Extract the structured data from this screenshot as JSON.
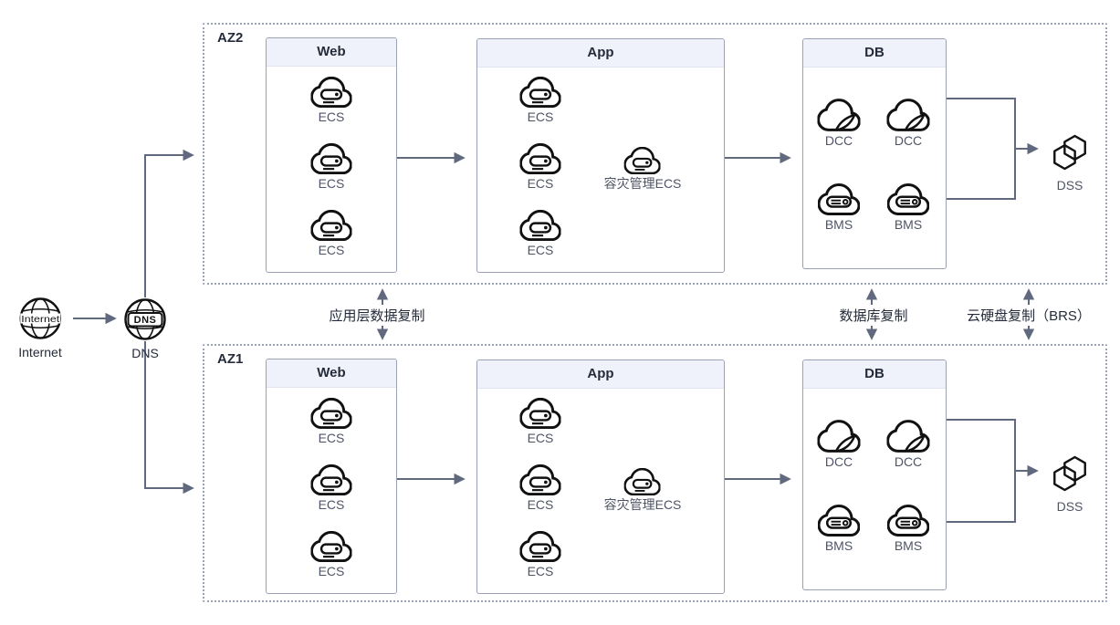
{
  "colors": {
    "line": "#60697e",
    "zone_border": "#9aa2b8",
    "tier_border": "#9aa1b5",
    "tier_header_bg": "#f0f2fb",
    "icon_stroke": "#111111",
    "text_primary": "#252b3a",
    "text_secondary": "#4f5566"
  },
  "entry": {
    "internet": {
      "icon_text": "Internet",
      "label": "Internet"
    },
    "dns": {
      "icon_text": "DNS",
      "label": "DNS"
    }
  },
  "zones": [
    {
      "label": "AZ2",
      "web": {
        "title": "Web",
        "nodes": [
          "ECS",
          "ECS",
          "ECS"
        ]
      },
      "app": {
        "title": "App",
        "nodes": [
          "ECS",
          "ECS",
          "ECS"
        ],
        "dr_node": "容灾管理ECS"
      },
      "db": {
        "title": "DB",
        "dcc_nodes": [
          "DCC",
          "DCC"
        ],
        "bms_nodes": [
          "BMS",
          "BMS"
        ]
      },
      "storage": {
        "label": "DSS"
      }
    },
    {
      "label": "AZ1",
      "web": {
        "title": "Web",
        "nodes": [
          "ECS",
          "ECS",
          "ECS"
        ]
      },
      "app": {
        "title": "App",
        "nodes": [
          "ECS",
          "ECS",
          "ECS"
        ],
        "dr_node": "容灾管理ECS"
      },
      "db": {
        "title": "DB",
        "dcc_nodes": [
          "DCC",
          "DCC"
        ],
        "bms_nodes": [
          "BMS",
          "BMS"
        ]
      },
      "storage": {
        "label": "DSS"
      }
    }
  ],
  "replication": {
    "app_layer": "应用层数据复制",
    "database": "数据库复制",
    "disk": "云硬盘复制（BRS）"
  }
}
